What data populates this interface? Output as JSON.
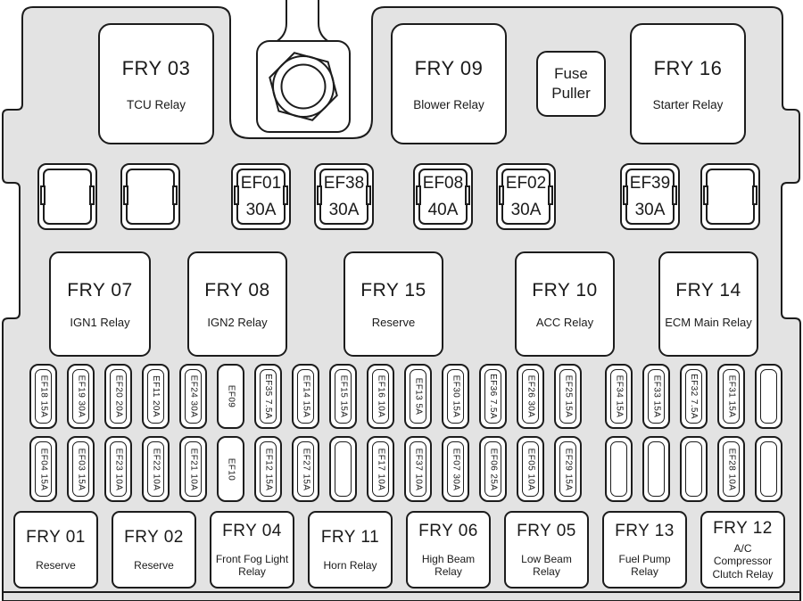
{
  "colors": {
    "body_fill": "#e3e3e3",
    "outline": "#1c1c1c",
    "slot_fill": "#ffffff"
  },
  "top_row": {
    "relays": [
      {
        "id": "FRY 03",
        "name": "TCU Relay"
      },
      {
        "id": "FRY 09",
        "name": "Blower Relay"
      },
      {
        "id": "FRY 16",
        "name": "Starter Relay"
      }
    ],
    "fuse_puller": {
      "line1": "Fuse",
      "line2": "Puller"
    }
  },
  "row2": [
    {
      "name": "",
      "amp": ""
    },
    {
      "name": "",
      "amp": ""
    },
    {
      "name": "EF01",
      "amp": "30A"
    },
    {
      "name": "EF38",
      "amp": "30A"
    },
    {
      "name": "EF08",
      "amp": "40A"
    },
    {
      "name": "EF02",
      "amp": "30A"
    },
    {
      "name": "EF39",
      "amp": "30A"
    },
    {
      "name": "",
      "amp": ""
    }
  ],
  "row3": [
    {
      "id": "FRY 07",
      "name": "IGN1 Relay"
    },
    {
      "id": "FRY 08",
      "name": "IGN2 Relay"
    },
    {
      "id": "FRY 15",
      "name": "Reserve"
    },
    {
      "id": "FRY 10",
      "name": "ACC Relay"
    },
    {
      "id": "FRY 14",
      "name": "ECM Main Relay"
    }
  ],
  "row4": [
    "EF18 15A",
    "EF19 30A",
    "EF20 20A",
    "EF11 20A",
    "EF24 30A",
    "EF09",
    "EF35 7.5A",
    "EF14 15A",
    "EF15 15A",
    "EF16 10A",
    "EF13 5A",
    "EF30 15A",
    "EF36 7.5A",
    "EF26 30A",
    "EF25 15A",
    "EF34 15A",
    "EF33 15A",
    "EF32 7.5A",
    "EF31 15A",
    ""
  ],
  "row5": [
    "EF04 15A",
    "EF03 15A",
    "EF23 10A",
    "EF22 10A",
    "EF21 10A",
    "EF10",
    "EF12 15A",
    "EF27 15A",
    "",
    "EF17 10A",
    "EF37 10A",
    "EF07 30A",
    "EF06 25A",
    "EF05 10A",
    "EF29 15A",
    "",
    "",
    "",
    "EF28 10A",
    ""
  ],
  "bottom_row": [
    {
      "id": "FRY 01",
      "name": "Reserve"
    },
    {
      "id": "FRY 02",
      "name": "Reserve"
    },
    {
      "id": "FRY 04",
      "name": "Front Fog Light Relay"
    },
    {
      "id": "FRY 11",
      "name": "Horn Relay"
    },
    {
      "id": "FRY 06",
      "name": "High Beam Relay"
    },
    {
      "id": "FRY 05",
      "name": "Low Beam Relay"
    },
    {
      "id": "FRY 13",
      "name": "Fuel Pump Relay"
    },
    {
      "id": "FRY 12",
      "name": "A/C Compressor Clutch Relay"
    }
  ]
}
